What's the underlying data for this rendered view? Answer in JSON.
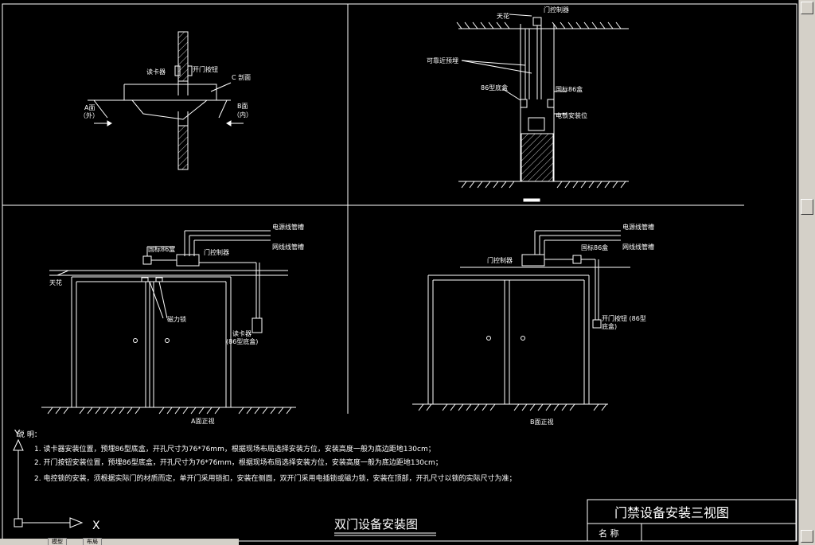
{
  "drawing": {
    "title": "双门设备安装图",
    "title_block": {
      "name": "门禁设备安装三视图",
      "label": "名  称"
    },
    "notes": {
      "header": "说  明：",
      "items": [
        "1. 读卡器安装位置，预埋86型底盒，开孔尺寸为76*76mm，根据现场布局选择安装方位，安装高度一般为底边距地130cm；",
        "2. 开门按钮安装位置，预埋86型底盒，开孔尺寸为76*76mm，根据现场布局选择安装方位，安装高度一般为底边距地130cm；",
        "2. 电控锁的安装，须根据实际门的材质而定，单开门采用锁扣，安装在侧面，双开门采用电插锁或磁力锁，安装在顶部，开孔尺寸以锁的实际尺寸为准；"
      ]
    },
    "section_view": {
      "reader": "读卡器",
      "button": "开门按钮",
      "section": "C 剖面",
      "a_face": "A面",
      "a_outer": "（外）",
      "b_face": "B面",
      "b_inner": "（内）"
    },
    "side_view": {
      "ceiling": "天花",
      "controller": "门控制器",
      "conduit": "可靠近预埋",
      "box86": "86型底盒",
      "box86_b": "国标86盒",
      "lock_pos": "电锁安装位"
    },
    "front_a": {
      "power_conduit": "电源线管槽",
      "network_conduit": "网线线管槽",
      "box86": "国标86盒",
      "controller": "门控制器",
      "ceiling": "天花",
      "mag_lock": "磁力锁",
      "reader": "读卡器",
      "reader_box": "(86型底盒)",
      "caption": "A面正视"
    },
    "front_b": {
      "power_conduit": "电源线管槽",
      "network_conduit": "网线线管槽",
      "box86": "国标86盒",
      "controller": "门控制器",
      "button": "开门按钮 (86型",
      "button_box": "底盒)",
      "caption": "B面正视"
    },
    "ucs": {
      "y": "Y",
      "x": "X"
    }
  },
  "colors": {
    "background": "#000000",
    "lines": "#ffffff",
    "chrome": "#d4d0c8"
  },
  "ui": {
    "tab_model": "模型",
    "tab_layout": "布局"
  }
}
